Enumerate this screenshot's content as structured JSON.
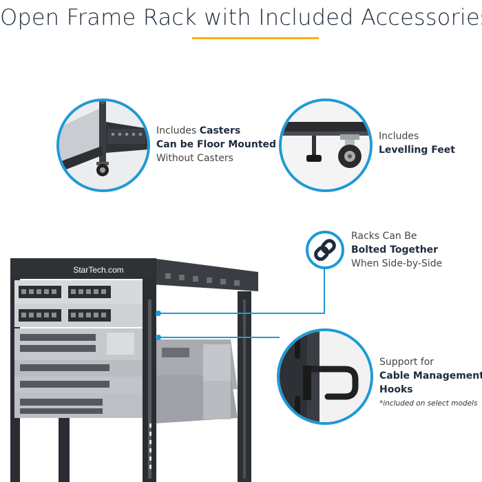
{
  "title": "Open Frame Rack with Included Accessories",
  "colors": {
    "accent": "#1e9ad6",
    "title_rule": "#f0b400",
    "title_text": "#1d2b3c"
  },
  "callouts": {
    "casters": {
      "line1_pre": "Includes ",
      "line1_bold": "Casters",
      "line2": "Can be Floor Mounted",
      "line3": "Without Casters"
    },
    "feet": {
      "line1": "Includes",
      "line2": "Levelling Feet"
    },
    "bolt": {
      "line1": "Racks Can Be",
      "line2": "Bolted Together",
      "line3": "When Side-by-Side",
      "icon": "link-icon"
    },
    "hooks": {
      "line1": "Support for",
      "line2": "Cable Management",
      "line3": "Hooks",
      "note": "*included on select models"
    }
  },
  "rack": {
    "brand_logo": "StarTech.com"
  }
}
